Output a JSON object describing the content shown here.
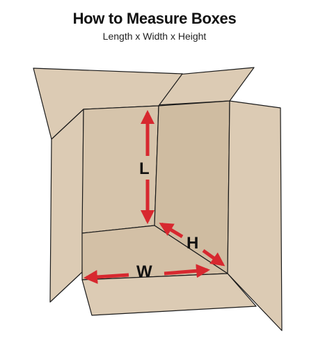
{
  "header": {
    "title": "How to Measure Boxes",
    "subtitle": "Length x Width x Height"
  },
  "labels": {
    "length": "L",
    "height": "H",
    "width": "W"
  },
  "colors": {
    "cardboard": "#dccbb4",
    "interior": "#d3c0a6",
    "outline": "#1a1a1a",
    "arrow": "#d7282f",
    "text": "#111111"
  }
}
